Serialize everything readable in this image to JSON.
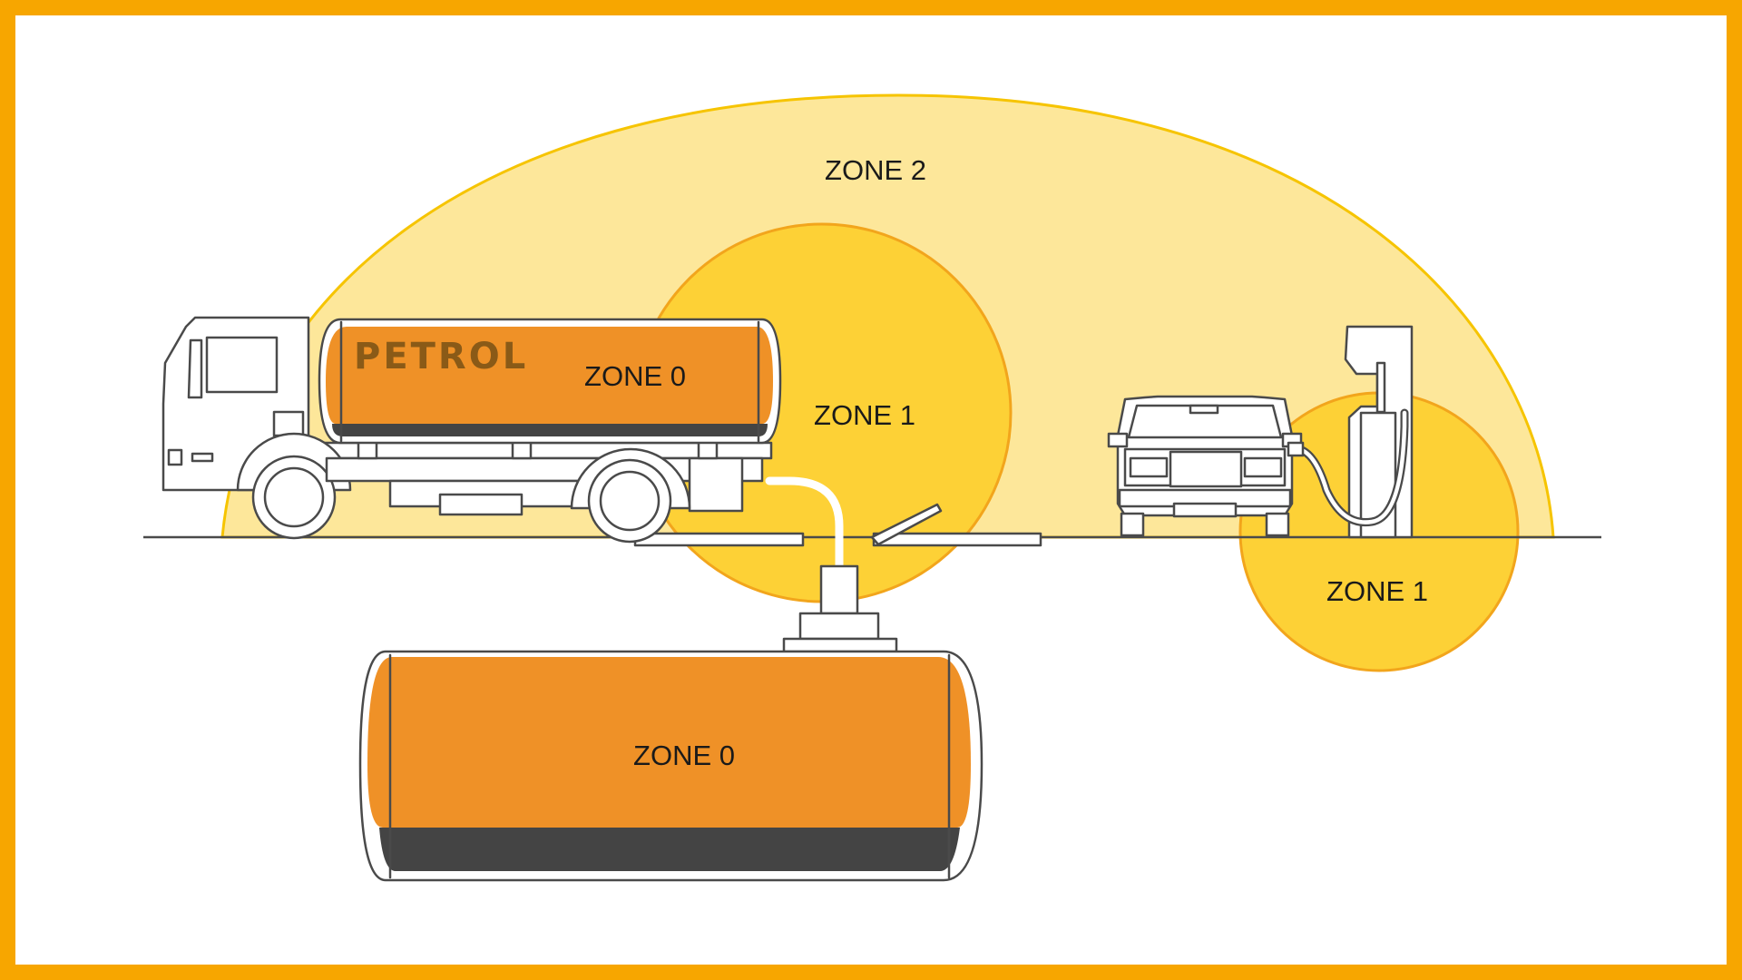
{
  "diagram": {
    "zone2_label": "ZONE 2",
    "zone1_tanker_label": "ZONE 1",
    "zone1_pump_label": "ZONE 1",
    "zone0_tanker_label": "ZONE 0",
    "zone0_underground_label": "ZONE 0",
    "tanker_brand_text": "PETROL"
  },
  "colors": {
    "frame_border": "#f7a600",
    "zone2_fill": "#fde79a",
    "zone1_fill": "#fdd136",
    "zone0_fill": "#ef9127",
    "tank_bottom": "#444444"
  }
}
